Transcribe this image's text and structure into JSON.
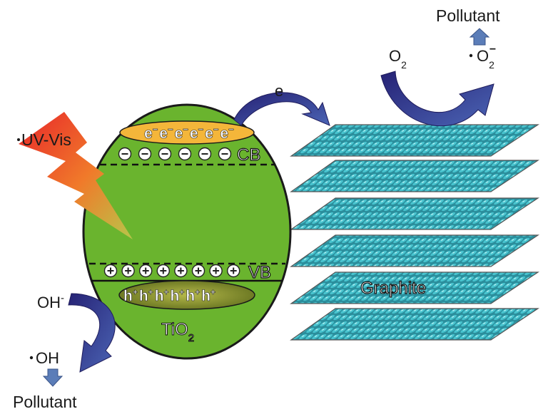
{
  "labels": {
    "top_pollutant": "Pollutant",
    "o2": "O",
    "o2_sub": "2",
    "superoxide": "O",
    "superoxide_sub": "2",
    "superoxide_sup": "−",
    "electron": "e",
    "uv_vis": "UV-Vis",
    "cb": "CB",
    "vb": "VB",
    "graphite": "Graphite",
    "oh_minus": "OH",
    "oh_minus_sup": "-",
    "oh_radical": "OH",
    "bottom_pollutant": "Pollutant",
    "tio2": "TiO",
    "tio2_sub": "2"
  },
  "electrons": [
    "e",
    "e",
    "e",
    "e",
    "e",
    "e"
  ],
  "electron_sup": "−",
  "holes": [
    "h",
    "h",
    "h",
    "h",
    "h",
    "h"
  ],
  "hole_sup": "+",
  "cb_minus_count": 6,
  "vb_plus_count": 8,
  "graphite_layers": 6,
  "colors": {
    "sphere": "#6ab42e",
    "electron_pool": "#f4b63a",
    "hole_pool": "#8a9230",
    "arrow": "#35307e",
    "sheet": "#3aa6b4",
    "small_arrow": "#5b7db8"
  }
}
